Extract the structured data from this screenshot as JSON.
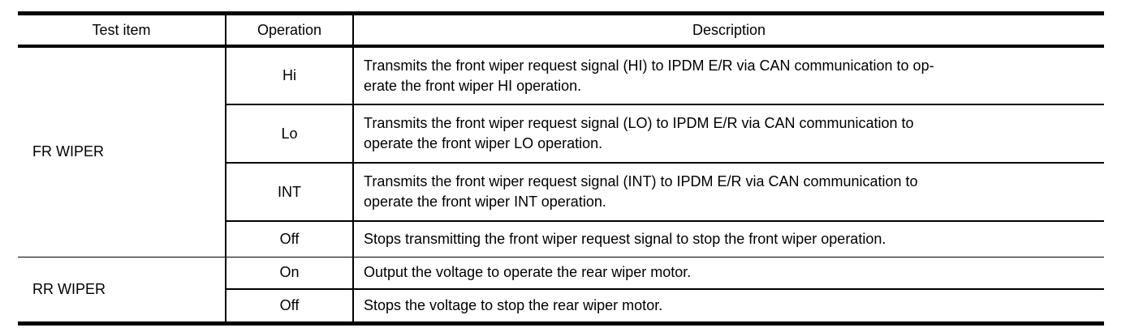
{
  "table": {
    "headers": {
      "test_item": "Test item",
      "operation": "Operation",
      "description": "Description"
    },
    "groups": [
      {
        "test_item": "FR WIPER",
        "rows": [
          {
            "operation": "Hi",
            "description": "Transmits the front wiper request signal (HI) to IPDM E/R via CAN communication to op-\nerate the front wiper HI operation."
          },
          {
            "operation": "Lo",
            "description": "Transmits the front wiper request signal (LO) to IPDM E/R via CAN communication to\noperate the front wiper LO operation."
          },
          {
            "operation": "INT",
            "description": "Transmits the front wiper request signal (INT) to IPDM E/R via CAN communication to\noperate the front wiper INT operation."
          },
          {
            "operation": "Off",
            "description": "Stops transmitting the front wiper request signal to stop the front wiper operation."
          }
        ]
      },
      {
        "test_item": "RR WIPER",
        "rows": [
          {
            "operation": "On",
            "description": "Output the voltage to operate the rear wiper motor."
          },
          {
            "operation": "Off",
            "description": "Stops the voltage to stop the rear wiper motor."
          }
        ]
      }
    ]
  },
  "colors": {
    "border": "#000000",
    "background": "#ffffff",
    "text": "#000000"
  }
}
